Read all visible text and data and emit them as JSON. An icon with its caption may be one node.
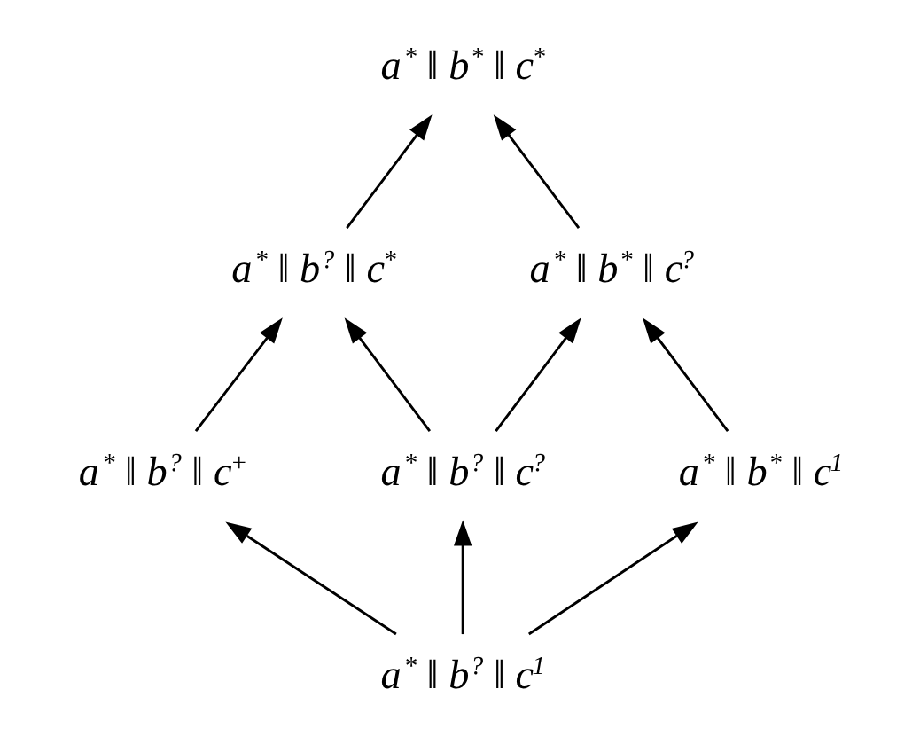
{
  "diagram": {
    "nodes": [
      {
        "text": [
          "a$^{*}$ ‖ b$^{*}$ ‖ c$^{*}$"
        ]
      },
      {
        "text": [
          "a$^{*}$ ‖ b$^{?}$ ‖ c$^{*}$"
        ]
      },
      {
        "text": [
          "a$^{*}$ ‖ b$^{*}$ ‖ c$^{?}$"
        ]
      },
      {
        "text": [
          "a$^{*}$ ‖ b$^{?}$ ‖ c$^{+}$"
        ]
      },
      {
        "text": [
          "a$^{*}$ ‖ b$^{?}$ ‖ c$^{?}$"
        ]
      },
      {
        "text": [
          "a$^{*}$ ‖ b$^{*}$ ‖ c$^{1}$"
        ]
      },
      {
        "text": [
          "a$^{*}$ ‖ b$^{?}$ ‖ c$^{1}$"
        ]
      }
    ],
    "edges": [
      {
        "from": 1,
        "to": 0,
        "arrow": "to"
      },
      {
        "from": 2,
        "to": 0,
        "arrow": "to"
      },
      {
        "from": 3,
        "to": 1,
        "arrow": "to"
      },
      {
        "from": 4,
        "to": 1,
        "arrow": "to"
      },
      {
        "from": 4,
        "to": 2,
        "arrow": "to"
      },
      {
        "from": 5,
        "to": 2,
        "arrow": "to"
      },
      {
        "from": 6,
        "to": 3,
        "arrow": "to"
      },
      {
        "from": 6,
        "to": 4,
        "arrow": "to"
      },
      {
        "from": 6,
        "to": 5,
        "arrow": "to"
      }
    ]
  }
}
